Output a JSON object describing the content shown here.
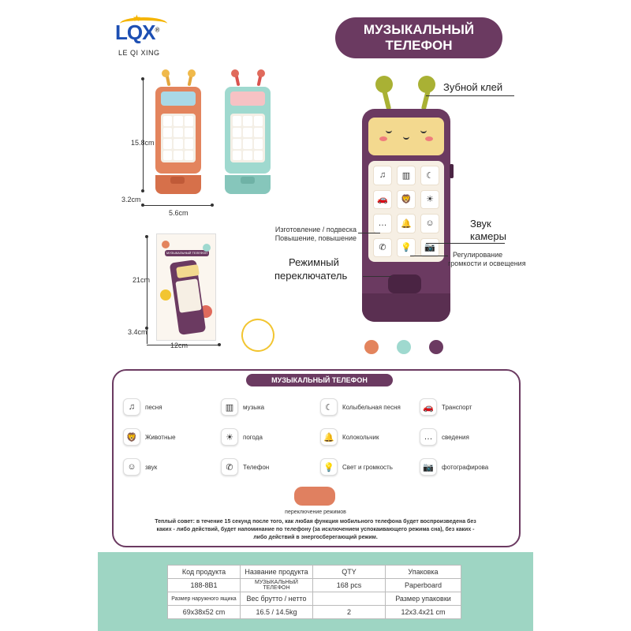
{
  "brand": {
    "logo_text": "LQX",
    "registered": "®",
    "subtitle": "LE QI XING"
  },
  "title": {
    "line1": "МУЗЫКАЛЬНЫЙ",
    "line2": "ТЕЛЕФОН"
  },
  "dimensions": {
    "phone_height": "15.8cm",
    "phone_base": "3.2cm",
    "phone_width": "5.6cm",
    "package_height": "21cm",
    "package_depth": "3.4cm",
    "package_width": "12cm"
  },
  "package_label": "МУЗЫКАЛЬНЫЙ ТЕЛЕФОН",
  "callouts": {
    "teether": "Зубной клей",
    "make_hang_1": "Изготовление / подвеска",
    "make_hang_2": "Повышение, повышение",
    "sound_camera_1": "Звук",
    "sound_camera_2": "камеры",
    "volume_light_1": "Регулирование",
    "volume_light_2": "громкости и освещения",
    "mode_switch_1": "Режимный",
    "mode_switch_2": "переключатель"
  },
  "colors": {
    "orange": "#e3845d",
    "mint": "#9fd9cf",
    "purple": "#6b3a61"
  },
  "panel": {
    "title": "МУЗЫКАЛЬНЫЙ ТЕЛЕФОН",
    "features": [
      {
        "icon": "music-note-icon",
        "glyph": "♫",
        "label": "песня"
      },
      {
        "icon": "piano-icon",
        "glyph": "▥",
        "label": "музыка"
      },
      {
        "icon": "moon-icon",
        "glyph": "☾",
        "label": "Колыбельная песня"
      },
      {
        "icon": "car-icon",
        "glyph": "🚗",
        "label": "Транспорт"
      },
      {
        "icon": "lion-icon",
        "glyph": "🦁",
        "label": "Животные"
      },
      {
        "icon": "sun-icon",
        "glyph": "☀",
        "label": "погода"
      },
      {
        "icon": "bell-icon",
        "glyph": "🔔",
        "label": "Колокольчик"
      },
      {
        "icon": "chat-icon",
        "glyph": "…",
        "label": "сведения"
      },
      {
        "icon": "face-icon",
        "glyph": "☺",
        "label": "звук"
      },
      {
        "icon": "phone-icon",
        "glyph": "✆",
        "label": "Телефон"
      },
      {
        "icon": "bulb-icon",
        "glyph": "💡",
        "label": "Свет и громкость"
      },
      {
        "icon": "camera-icon",
        "glyph": "📷",
        "label": "фотографирова"
      }
    ],
    "mode_label": "переключение режимов",
    "tip_line1": "Теплый совет: в течение 15 секунд после того, как любая функция мобильного телефона будет воспроизведена без",
    "tip_line2": "каких - либо действий, будет напоминание по телефону (за исключением успокаивающего режима сна), без каких -",
    "tip_line3": "либо действий в энергосберегающий режим."
  },
  "info_table": {
    "row1": [
      "Код продукта",
      "Название продукта",
      "QTY",
      "Упаковка"
    ],
    "row2": [
      "188-8B1",
      "МУЗЫКАЛЬНЫЙ ТЕЛЕФОН",
      "168 pcs",
      "Paperboard"
    ],
    "row3": [
      "Размер наружного ящика",
      "Вес брутто / нетто",
      "",
      "Размер упаковки"
    ],
    "row4": [
      "69x38x52 cm",
      "16.5 / 14.5kg",
      "2",
      "12x3.4x21 cm"
    ]
  }
}
